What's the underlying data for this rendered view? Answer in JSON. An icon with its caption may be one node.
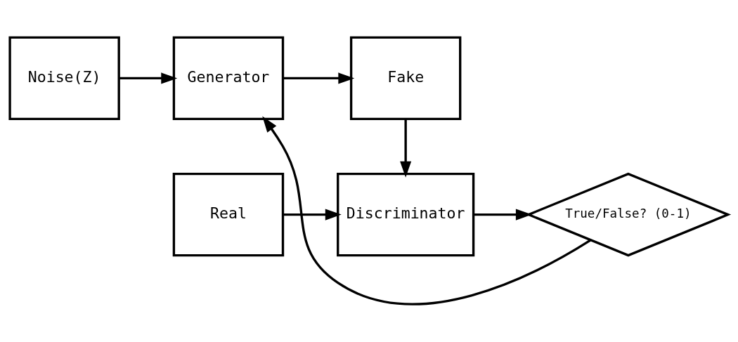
{
  "diagram": {
    "nodes": [
      {
        "text": [
          "Noise(Z)"
        ]
      },
      {
        "text": [
          "Generator"
        ]
      },
      {
        "text": [
          "Fake"
        ]
      },
      {
        "text": [
          "Real"
        ]
      },
      {
        "text": [
          "Discriminator"
        ]
      },
      {
        "text": [
          "True/False? (0-1)"
        ]
      }
    ],
    "edges": [
      {
        "from": 0,
        "to": 1,
        "arrow": "to"
      },
      {
        "from": 1,
        "to": 2,
        "arrow": "to"
      },
      {
        "from": 2,
        "to": 4,
        "arrow": "to"
      },
      {
        "from": 3,
        "to": 4,
        "arrow": "to"
      },
      {
        "from": 4,
        "to": 5,
        "arrow": "to"
      },
      {
        "from": 5,
        "to": 1,
        "arrow": "to"
      }
    ]
  }
}
